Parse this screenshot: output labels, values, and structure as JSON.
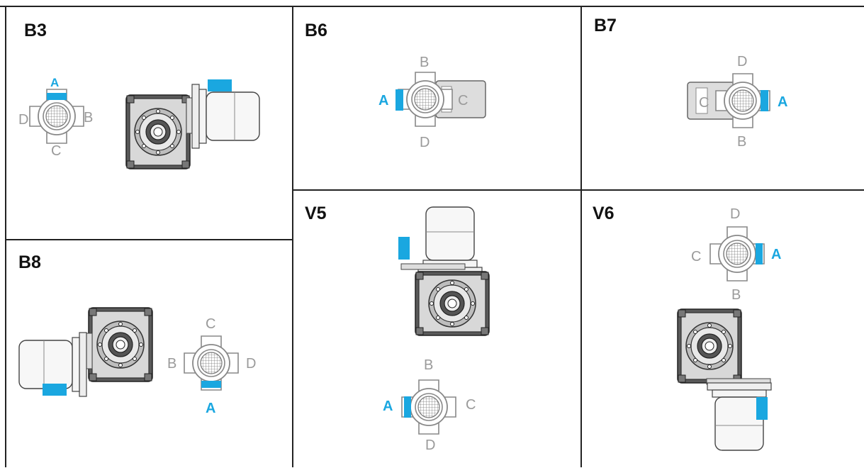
{
  "colors": {
    "accent": "#1aa7e0",
    "label_gray": "#9a9a9a",
    "grid": "#222222",
    "body_dark": "#444444",
    "body_light": "#e6e6e6"
  },
  "panels": {
    "b3": {
      "title": "B3",
      "a": "A",
      "b": "B",
      "c": "C",
      "d": "D"
    },
    "b6": {
      "title": "B6",
      "a": "A",
      "b": "B",
      "c": "C",
      "d": "D"
    },
    "b7": {
      "title": "B7",
      "a": "A",
      "b": "B",
      "c": "C",
      "d": "D"
    },
    "b8": {
      "title": "B8",
      "a": "A",
      "b": "B",
      "c": "C",
      "d": "D"
    },
    "v5": {
      "title": "V5",
      "a": "A",
      "b": "B",
      "c": "C",
      "d": "D"
    },
    "v6": {
      "title": "V6",
      "a": "A",
      "b": "B",
      "c": "C",
      "d": "D"
    }
  }
}
